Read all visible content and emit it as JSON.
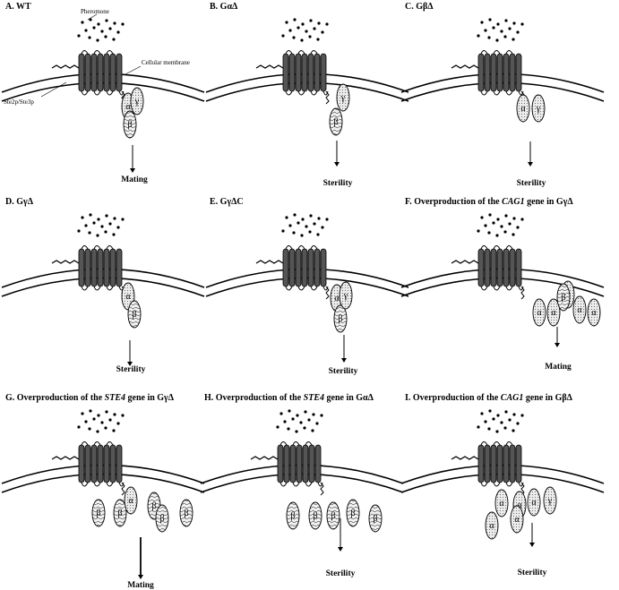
{
  "panels": [
    {
      "letter": "A.",
      "pre": "WT",
      "gene": "",
      "post": "",
      "outcome": "Mating",
      "annotations": {
        "pheromone": "Pheromone",
        "membrane": "Cellular membrane",
        "receptor": "Ste2p/Ste3p"
      },
      "subunits": [
        {
          "label": "α",
          "fill": "dots"
        },
        {
          "label": "β",
          "fill": "wave"
        },
        {
          "label": "γ",
          "fill": "dots"
        }
      ]
    },
    {
      "letter": "B.",
      "pre": "GαΔ",
      "gene": "",
      "post": "",
      "outcome": "Sterility",
      "subunits": [
        {
          "label": "β",
          "fill": "wave"
        },
        {
          "label": "γ",
          "fill": "dots"
        }
      ]
    },
    {
      "letter": "C.",
      "pre": "GβΔ",
      "gene": "",
      "post": "",
      "outcome": "Sterility",
      "subunits": [
        {
          "label": "α",
          "fill": "dots"
        },
        {
          "label": "γ",
          "fill": "dots"
        }
      ]
    },
    {
      "letter": "D.",
      "pre": "GγΔ",
      "gene": "",
      "post": "",
      "outcome": "Sterility",
      "subunits": [
        {
          "label": "α",
          "fill": "dots"
        },
        {
          "label": "β",
          "fill": "wave"
        }
      ]
    },
    {
      "letter": "E.",
      "pre": "GγΔC",
      "gene": "",
      "post": "",
      "outcome": "Sterility",
      "subunits": [
        {
          "label": "α",
          "fill": "dots"
        },
        {
          "label": "β",
          "fill": "wave"
        },
        {
          "label": "γ",
          "fill": "dots"
        }
      ]
    },
    {
      "letter": "F.",
      "pre": "Overproduction of the ",
      "gene": "CAG1",
      "post": " gene in GγΔ",
      "outcome": "Mating",
      "subunits": [
        {
          "label": "α",
          "fill": "dots"
        },
        {
          "label": "α",
          "fill": "dots"
        },
        {
          "label": "α",
          "fill": "dots"
        },
        {
          "label": "β",
          "fill": "wave"
        },
        {
          "label": "α",
          "fill": "dots"
        },
        {
          "label": "α",
          "fill": "dots"
        }
      ]
    },
    {
      "letter": "G.",
      "pre": "Overproduction of the ",
      "gene": "STE4",
      "post": " gene in GγΔ",
      "outcome": "Mating",
      "subunits": [
        {
          "label": "α",
          "fill": "dots"
        },
        {
          "label": "β",
          "fill": "wave"
        },
        {
          "label": "β",
          "fill": "wave"
        },
        {
          "label": "β",
          "fill": "wave"
        },
        {
          "label": "β",
          "fill": "wave"
        },
        {
          "label": "β",
          "fill": "wave"
        }
      ]
    },
    {
      "letter": "H.",
      "pre": "Overproduction of the ",
      "gene": "STE4",
      "post": " gene in GαΔ",
      "outcome": "Sterility",
      "subunits": [
        {
          "label": "β",
          "fill": "wave"
        },
        {
          "label": "β",
          "fill": "wave"
        },
        {
          "label": "β",
          "fill": "wave"
        },
        {
          "label": "β",
          "fill": "wave"
        },
        {
          "label": "β",
          "fill": "wave"
        }
      ]
    },
    {
      "letter": "I.",
      "pre": "Overproduction of the ",
      "gene": "CAG1",
      "post": " gene in GβΔ",
      "outcome": "Sterility",
      "subunits": [
        {
          "label": "α",
          "fill": "dots"
        },
        {
          "label": "α",
          "fill": "dots"
        },
        {
          "label": "α",
          "fill": "dots"
        },
        {
          "label": "α",
          "fill": "dots"
        },
        {
          "label": "α",
          "fill": "dots"
        },
        {
          "label": "γ",
          "fill": "dots"
        }
      ]
    }
  ]
}
